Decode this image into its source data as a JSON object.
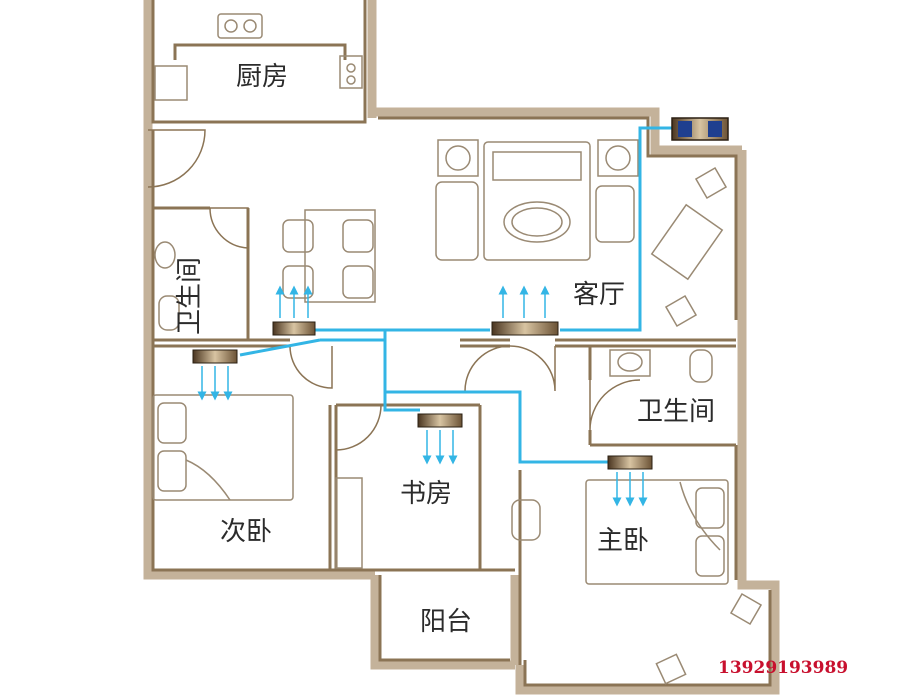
{
  "rooms": {
    "kitchen": "厨房",
    "living_room": "客厅",
    "bathroom_left": "卫生间",
    "bathroom_right": "卫生间",
    "second_bedroom": "次卧",
    "study": "书房",
    "master_bedroom": "主卧",
    "balcony": "阳台"
  },
  "contact": {
    "phone": "13929193989"
  },
  "colors": {
    "wall_outer": "#c4b29a",
    "wall_inner": "#8b7455",
    "duct": "#33b5e5",
    "ac_unit_dark": "#4a3520",
    "ac_unit_light": "#d8c4a2",
    "furniture": "#9a8a74",
    "phone": "#c8102e"
  },
  "icons": {
    "ac_unit": "ac-indoor-unit-icon",
    "outdoor_unit": "ac-outdoor-unit-icon",
    "airflow": "airflow-arrow-icon"
  }
}
